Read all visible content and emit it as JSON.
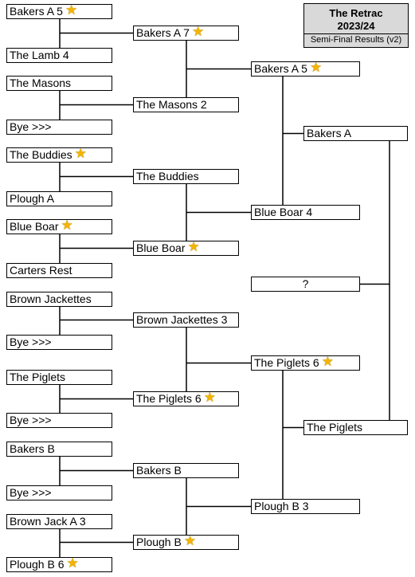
{
  "title": {
    "line1": "The Retrac",
    "line2": "2023/24",
    "subtitle": "Semi-Final Results (v2)"
  },
  "round1": [
    {
      "text": "Bakers A 5",
      "star": true
    },
    {
      "text": "The Lamb 4",
      "star": false
    },
    {
      "text": "The Masons",
      "star": false
    },
    {
      "text": "Bye >>>",
      "star": false
    },
    {
      "text": "The Buddies",
      "star": true
    },
    {
      "text": "Plough A",
      "star": false
    },
    {
      "text": "Blue Boar",
      "star": true
    },
    {
      "text": "Carters Rest",
      "star": false
    },
    {
      "text": "Brown Jackettes",
      "star": false
    },
    {
      "text": "Bye >>>",
      "star": false
    },
    {
      "text": "The Piglets",
      "star": false
    },
    {
      "text": "Bye >>>",
      "star": false
    },
    {
      "text": "Bakers B",
      "star": false
    },
    {
      "text": "Bye >>>",
      "star": false
    },
    {
      "text": "Brown Jack A 3",
      "star": false
    },
    {
      "text": "Plough B 6",
      "star": true
    }
  ],
  "round2": [
    {
      "text": "Bakers A 7",
      "star": true
    },
    {
      "text": "The Masons 2",
      "star": false
    },
    {
      "text": "The Buddies",
      "star": false
    },
    {
      "text": "Blue Boar",
      "star": true
    },
    {
      "text": "Brown Jackettes 3",
      "star": false
    },
    {
      "text": "The Piglets 6",
      "star": true
    },
    {
      "text": "Bakers B",
      "star": false
    },
    {
      "text": "Plough B",
      "star": true
    }
  ],
  "quarterfinals": [
    {
      "text": "Bakers A 5",
      "star": true
    },
    {
      "text": "Blue Boar 4",
      "star": false
    },
    {
      "text": "The Piglets 6",
      "star": true
    },
    {
      "text": "Plough B 3",
      "star": false
    }
  ],
  "semifinals": [
    {
      "text": "Bakers A",
      "star": false
    },
    {
      "text": "The Piglets",
      "star": false
    }
  ],
  "final": [
    {
      "text": "?",
      "star": false
    }
  ]
}
